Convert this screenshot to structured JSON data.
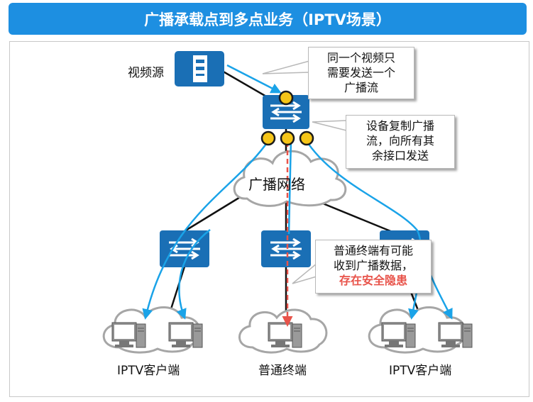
{
  "title": "广播承载点到多点业务（IPTV场景）",
  "labels": {
    "video_source": "视频源",
    "broadcast_network": "广播网络",
    "iptv_client_left": "IPTV客户端",
    "normal_terminal": "普通终端",
    "iptv_client_right": "IPTV客户端"
  },
  "callouts": {
    "single_stream": [
      "同一个视频只",
      "需要发送一个",
      "广播流"
    ],
    "device_copy": [
      "设备复制广播",
      "流，向所有其",
      "余接口发送"
    ],
    "security_risk": [
      "普通终端有可能",
      "收到广播数据，",
      "存在安全隐患"
    ]
  },
  "colors": {
    "title_bg": "#1d8fe1",
    "switch_blue": "#1a6fb5",
    "stream_line": "#1aa3e8",
    "port_dot": "#f5c518",
    "risk_line": "#e8534a",
    "warning_text": "#e8534a"
  }
}
